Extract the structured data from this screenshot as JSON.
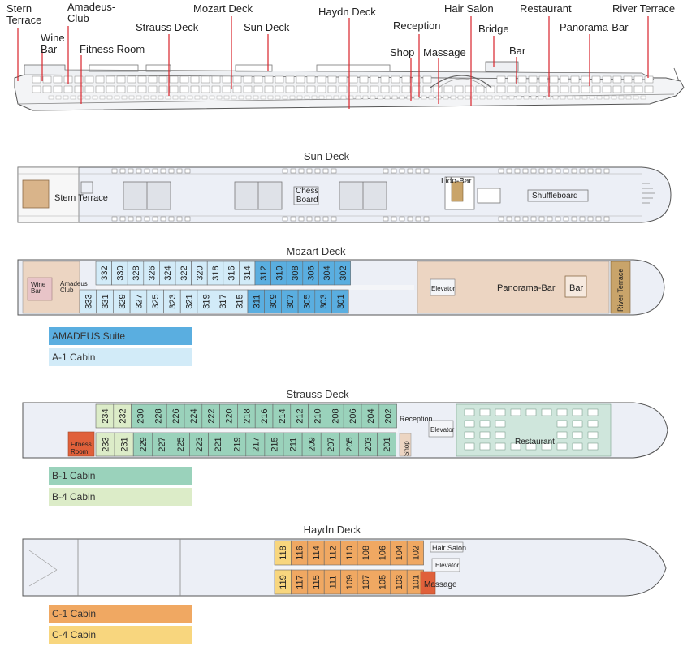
{
  "profile": {
    "labels": [
      {
        "text": "Stern\nTerrace",
        "key": "stern_terrace"
      },
      {
        "text": "Wine\nBar",
        "key": "wine_bar"
      },
      {
        "text": "Amadeus-\nClub",
        "key": "amadeus_club"
      },
      {
        "text": "Fitness Room",
        "key": "fitness_room"
      },
      {
        "text": "Strauss Deck",
        "key": "strauss_deck"
      },
      {
        "text": "Mozart Deck",
        "key": "mozart_deck"
      },
      {
        "text": "Sun Deck",
        "key": "sun_deck"
      },
      {
        "text": "Haydn Deck",
        "key": "haydn_deck"
      },
      {
        "text": "Reception",
        "key": "reception"
      },
      {
        "text": "Shop",
        "key": "shop"
      },
      {
        "text": "Massage",
        "key": "massage"
      },
      {
        "text": "Hair Salon",
        "key": "hair_salon"
      },
      {
        "text": "Bridge",
        "key": "bridge"
      },
      {
        "text": "Bar",
        "key": "bar"
      },
      {
        "text": "Restaurant",
        "key": "restaurant"
      },
      {
        "text": "Panorama-Bar",
        "key": "panorama_bar"
      },
      {
        "text": "River Terrace",
        "key": "river_terrace"
      }
    ]
  },
  "sun_deck": {
    "title": "Sun Deck",
    "stern_terrace": "Stern Terrace",
    "chess_board": "Chess\nBoard",
    "lido_bar": "Lido-Bar",
    "shuffleboard": "Shuffleboard"
  },
  "mozart_deck": {
    "title": "Mozart Deck",
    "top_row": [
      "332",
      "330",
      "328",
      "326",
      "324",
      "322",
      "320",
      "318",
      "316",
      "314",
      "312",
      "310",
      "308",
      "306",
      "304",
      "302"
    ],
    "bottom_row": [
      "333",
      "331",
      "329",
      "327",
      "325",
      "323",
      "321",
      "319",
      "317",
      "315",
      "311",
      "309",
      "307",
      "305",
      "303",
      "301"
    ],
    "wine_bar": "Wine\nBar",
    "amadeus_club": "Amadeus\nClub",
    "elevator": "Elevator",
    "panorama_bar": "Panorama-Bar",
    "bar": "Bar",
    "river_terrace": "River Terrace"
  },
  "strauss_deck": {
    "title": "Strauss Deck",
    "top_row": [
      "234",
      "232",
      "230",
      "228",
      "226",
      "224",
      "222",
      "220",
      "218",
      "216",
      "214",
      "212",
      "210",
      "208",
      "206",
      "204",
      "202"
    ],
    "bottom_row": [
      "233",
      "231",
      "229",
      "227",
      "225",
      "223",
      "221",
      "219",
      "217",
      "215",
      "211",
      "209",
      "207",
      "205",
      "203",
      "201"
    ],
    "fitness_room": "Fitness\nRoom",
    "reception": "Reception",
    "elevator": "Elevator",
    "shop": "Shop",
    "restaurant": "Restaurant"
  },
  "haydn_deck": {
    "title": "Haydn Deck",
    "top_row": [
      "118",
      "116",
      "114",
      "112",
      "110",
      "108",
      "106",
      "104",
      "102"
    ],
    "bottom_row": [
      "119",
      "117",
      "115",
      "111",
      "109",
      "107",
      "105",
      "103",
      "101"
    ],
    "hair_salon": "Hair Salon",
    "elevator": "Elevator",
    "massage": "Massage"
  },
  "legends": {
    "mozart": [
      {
        "label": "AMADEUS Suite",
        "color": "#5aaee0"
      },
      {
        "label": "A-1 Cabin",
        "color": "#d2ebf8"
      }
    ],
    "strauss": [
      {
        "label": "B-1 Cabin",
        "color": "#9ad2bb"
      },
      {
        "label": "B-4 Cabin",
        "color": "#dcecc8"
      }
    ],
    "haydn": [
      {
        "label": "C-1 Cabin",
        "color": "#f0a862"
      },
      {
        "label": "C-4 Cabin",
        "color": "#f8d67e"
      }
    ]
  },
  "colors": {
    "amadeus_suite": "#5aaee0",
    "a1": "#d2ebf8",
    "b1": "#9ad2bb",
    "b4": "#dcecc8",
    "c1": "#f0a862",
    "c4": "#f8d67e",
    "massage": "#e0603a",
    "fitness": "#e0603a",
    "lounge": "#ecd5c2",
    "restaurant": "#cfe6dc",
    "deck": "#e9ecf4",
    "line": "#d9232a"
  }
}
